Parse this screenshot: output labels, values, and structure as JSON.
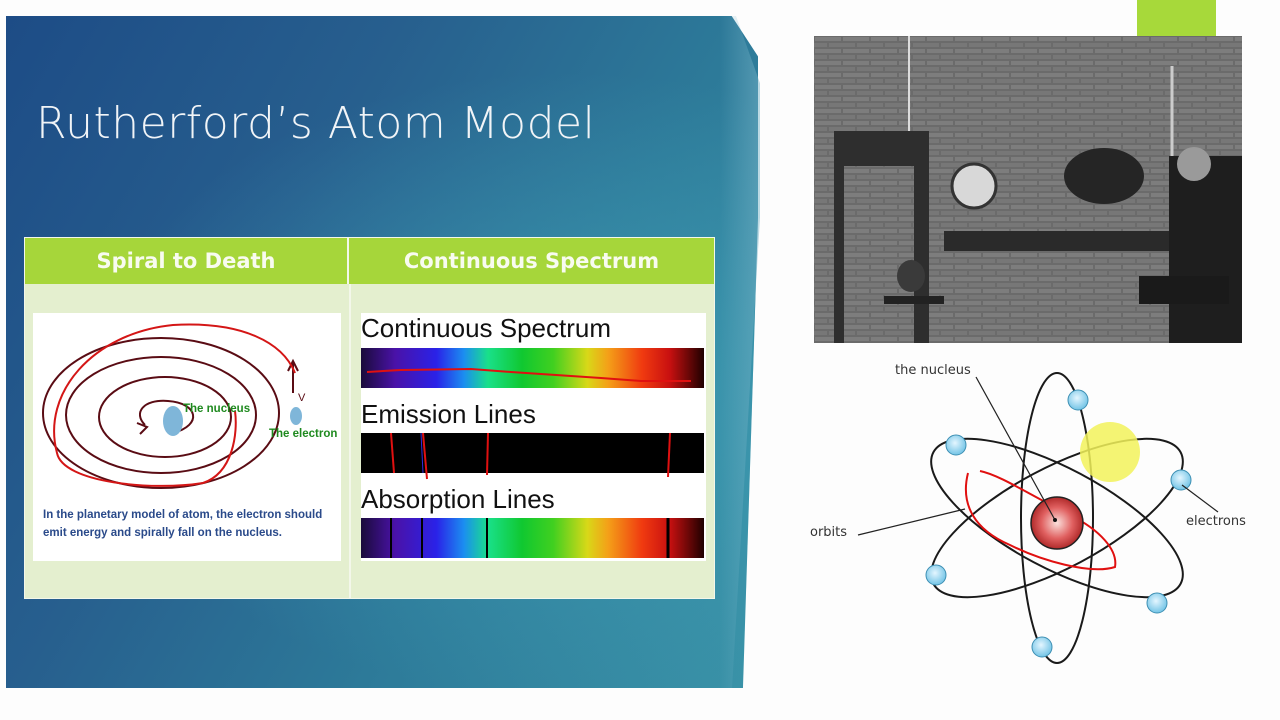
{
  "slide": {
    "title": "Rutherford’s Atom Model",
    "accent_color": "#a6d63a",
    "background_color": "#275f8e"
  },
  "table": {
    "headers": [
      "Spiral to Death",
      "Continuous Spectrum"
    ],
    "spiral_cell": {
      "nucleus_label": "The nucleus",
      "electron_label": "The electron",
      "velocity_label": "V",
      "caption": "In the planetary model of atom, the electron should emit energy and spirally fall on the nucleus."
    },
    "spectrum_cell": {
      "labels": [
        "Continuous Spectrum",
        "Emission Lines",
        "Absorption Lines"
      ]
    }
  },
  "photo": {
    "alt": "Black and white photo of Rutherford seated beside laboratory apparatus"
  },
  "atom_diagram": {
    "labels": {
      "nucleus": "the nucleus",
      "orbits": "orbits",
      "electrons": "electrons"
    }
  }
}
